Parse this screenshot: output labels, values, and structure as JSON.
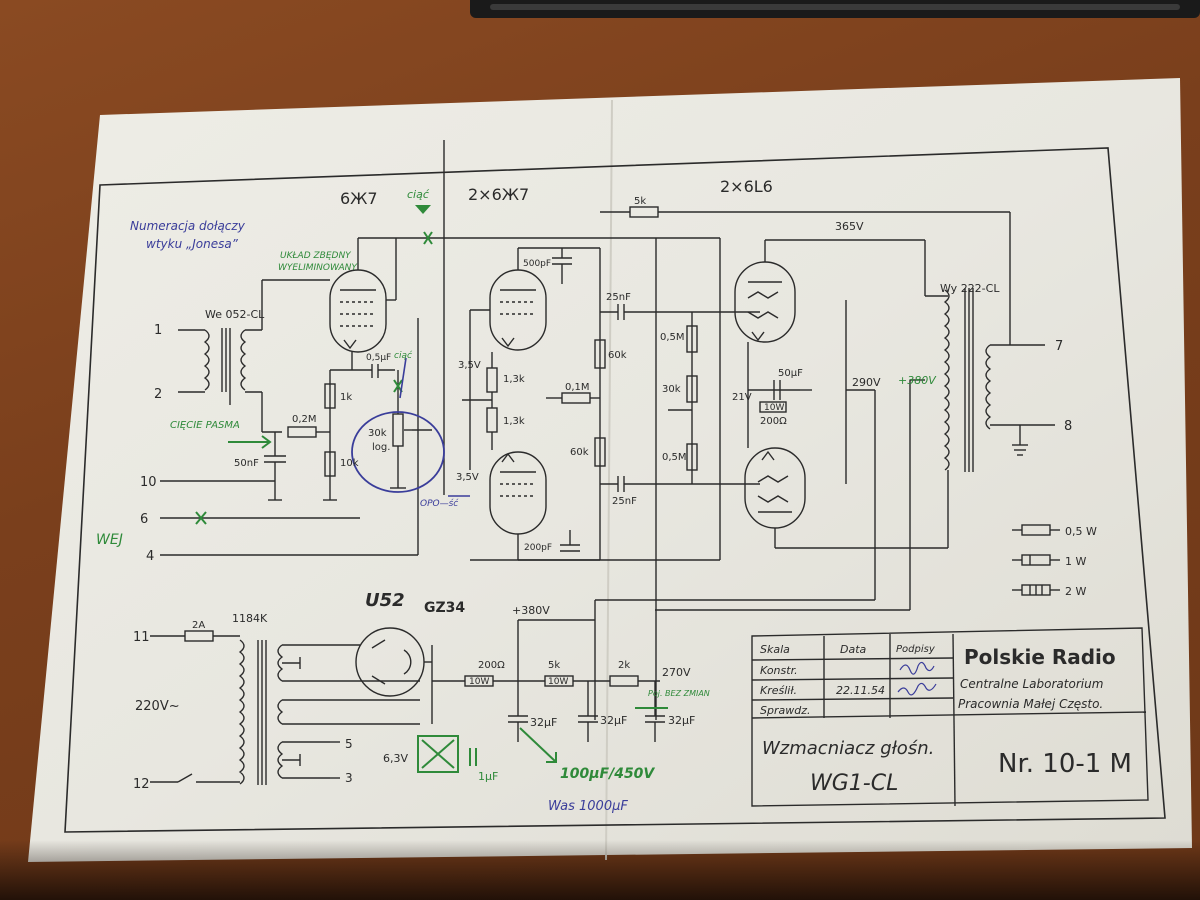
{
  "tubes": {
    "t1": "6Ж7",
    "t2": "2×6Ж7",
    "t3": "2×6L6",
    "rect": "U52",
    "rect_alt": "GZ34"
  },
  "notes": {
    "jones_l1": "Numeracja dołączy",
    "jones_l2": "wtyku „Jonesa”",
    "ciac": "ciąć",
    "ciac2": "ciąć",
    "uklad_l1": "UKŁAD ZBĘDNY",
    "uklad_l2": "WYELIMINOWANY",
    "ciecie": "CIĘCIE PASMA",
    "wej": "WEJ",
    "opo": "OPO—ść",
    "poj": "Poj. BEZ ZMIAN",
    "cap_new": "100μF/450V",
    "cap_was": "Was 1000μF",
    "v380": "+380V"
  },
  "labels": {
    "we052": "We 052-CL",
    "wy222": "Wy 222-CL",
    "t1184": "1184K",
    "fuse": "2A",
    "mains": "220V~",
    "v365": "365V",
    "v290": "290V",
    "v380": "+380V",
    "v270": "270V",
    "v35a": "3,5V",
    "v35b": "3,5V",
    "v21": "21V",
    "v63": "6,3V",
    "p1": "1",
    "p2": "2",
    "p10": "10",
    "p6": "6",
    "p4": "4",
    "p11": "11",
    "p12": "12",
    "p5": "5",
    "p3": "3",
    "p7": "7",
    "p8": "8"
  },
  "components": {
    "r5k_top": "5k",
    "c500p": "500pF",
    "c25n_a": "25nF",
    "c25n_b": "25nF",
    "r60k_a": "60k",
    "r60k_b": "60k",
    "r01m": "0,1M",
    "r05m_a": "0,5M",
    "r05m_b": "0,5M",
    "r30k": "30k",
    "r13k_a": "1,3k",
    "r13k_b": "1,3k",
    "c200p": "200pF",
    "c05u": "0,5μF",
    "r1k": "1k",
    "r02m": "0,2M",
    "r10k": "10k",
    "c50n": "50nF",
    "pot": "30k",
    "pot_log": "log.",
    "c50u": "50μF",
    "r10w": "10W",
    "r200": "200Ω",
    "r200_ps": "200Ω",
    "r10w_ps": "10W",
    "r5k_ps": "5k",
    "r10w_ps2": "10W",
    "r2k": "2k",
    "c32_a": "32μF",
    "c32_b": "32μF",
    "c32_c": "32μF",
    "c1u": "1μF"
  },
  "legend": [
    "0,5 W",
    "1 W",
    "2 W"
  ],
  "title_block": {
    "h_skala": "Skala",
    "h_data": "Data",
    "h_podpisy": "Podpisy",
    "r_konstr": "Konstr.",
    "r_kreslil": "Kreślił.",
    "r_sprawdz": "Sprawdz.",
    "date": "22.11.54",
    "org": "Polskie Radio",
    "lab_l1": "Centralne Laboratorium",
    "lab_l2": "Pracownia Małej Często.",
    "title_l1": "Wzmacniacz głośn.",
    "title_l2": "WG1-CL",
    "number": "Nr. 10-1 M"
  },
  "colors": {
    "paper": "#ecebe4",
    "ink": "#2b2b2b",
    "green": "#2f8a3a",
    "blue": "#3a3d9a",
    "red": "#c8603a"
  }
}
